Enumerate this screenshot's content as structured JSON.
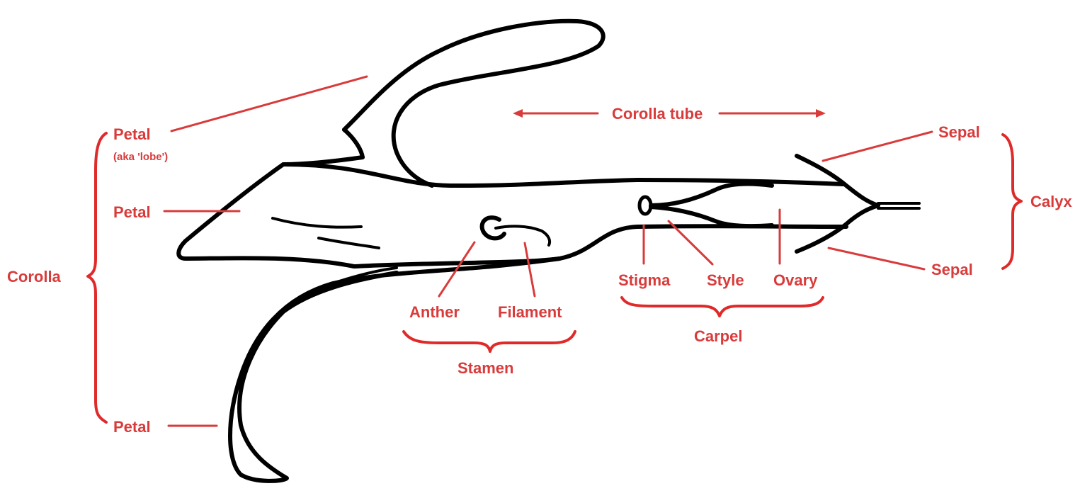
{
  "colors": {
    "label": "#d93b3b",
    "brace": "#e02a2a",
    "outline": "#000000",
    "background": "#ffffff"
  },
  "labels": {
    "petal_top": "Petal",
    "aka_lobe": "(aka 'lobe')",
    "petal_middle": "Petal",
    "petal_bottom": "Petal",
    "corolla": "Corolla",
    "corolla_tube": "Corolla tube",
    "sepal_top": "Sepal",
    "sepal_bottom": "Sepal",
    "calyx": "Calyx",
    "stigma": "Stigma",
    "style": "Style",
    "ovary": "Ovary",
    "carpel": "Carpel",
    "anther": "Anther",
    "filament": "Filament",
    "stamen": "Stamen"
  }
}
